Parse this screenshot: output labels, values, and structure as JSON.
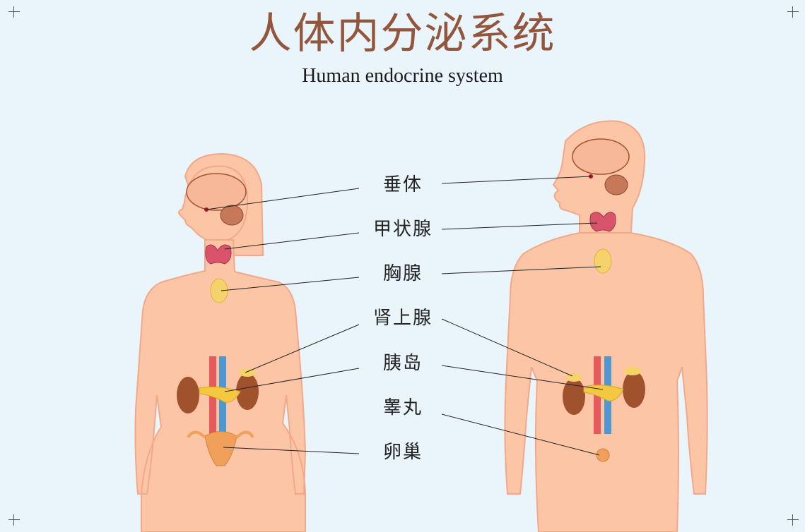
{
  "title": "人体内分泌系统",
  "subtitle": "Human endocrine system",
  "labels": {
    "pituitary": "垂体",
    "thyroid": "甲状腺",
    "thymus": "胸腺",
    "adrenal": "肾上腺",
    "pancreatic_islets": "胰岛",
    "testis": "睾丸",
    "ovary": "卵巢"
  },
  "colors": {
    "background": "#e9f4fb",
    "title": "#93553c",
    "skin": "#fcc6a6",
    "skin_outline": "#f2a889",
    "thyroid": "#d9536b",
    "thymus": "#f5d36a",
    "kidney": "#a0522d",
    "artery": "#e2454f",
    "vein": "#2f8fd8",
    "reproductive": "#f0a05a"
  }
}
